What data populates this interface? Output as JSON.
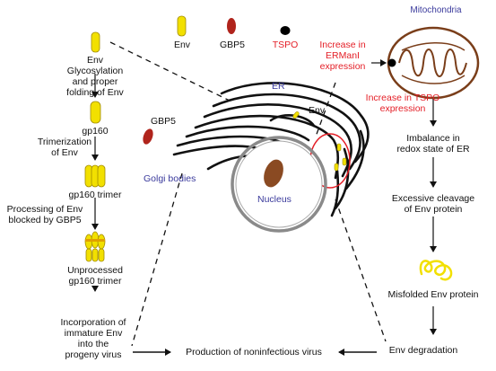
{
  "legend": {
    "env": "Env",
    "gbp5": "GBP5",
    "tspo": "TSPO",
    "colors": {
      "env": "#f2e000",
      "gbp5": "#b0241c",
      "tspo": "#000000",
      "tspo_label": "#e41e26"
    }
  },
  "left_column": {
    "env_label": "Env",
    "step1": [
      "Glycosylation",
      "and proper",
      "folding of Env"
    ],
    "gp160": "gp160",
    "step2": [
      "Trimerization",
      "of Env"
    ],
    "gp160_trimer": "gp160 trimer",
    "step3": [
      "Processing of Env",
      "blocked by  GBP5"
    ],
    "unprocessed": [
      "Unprocessed",
      "gp160 trimer"
    ],
    "step4": [
      "Incorporation of",
      "immature Env",
      "into the",
      "progeny virus"
    ]
  },
  "center": {
    "er_label": "ER",
    "env_label": "Env",
    "gbp5_label": "GBP5",
    "golgi_label": "Golgi bodies",
    "nucleus_label": "Nucleus",
    "bottom": "Production of noninfectious virus"
  },
  "right_column": {
    "mito_label": "Mitochondria",
    "erman": [
      "Increase in",
      "ERManI",
      "expression"
    ],
    "tspo_increase": [
      "Increase in TSPO",
      "expression"
    ],
    "imbalance": [
      "Imbalance in",
      "redox state of ER"
    ],
    "cleavage": [
      "Excessive cleavage",
      "of Env protein"
    ],
    "misfolded": "Misfolded Env protein",
    "degradation": "Env degradation"
  },
  "colors": {
    "yellow": "#f2e000",
    "yellow_outline": "#a08a00",
    "red": "#e41e26",
    "nucleus": "#8a4a22",
    "mito": "#7a3e1a",
    "label_blue": "#3a3a9c"
  }
}
